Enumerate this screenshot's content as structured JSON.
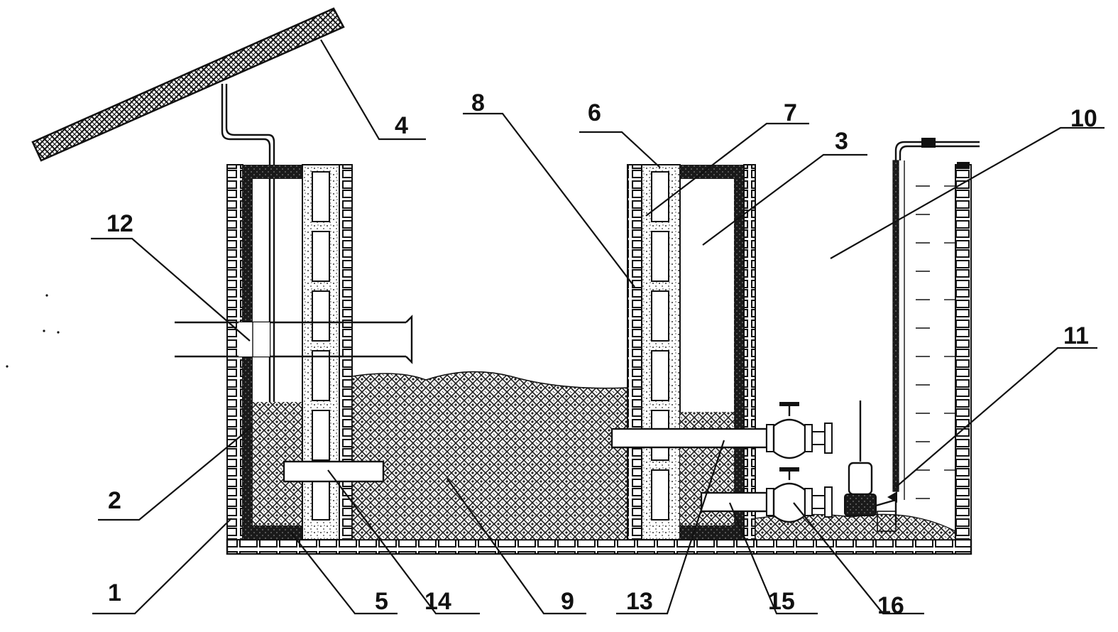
{
  "diagram": {
    "callouts": [
      {
        "id": "c1",
        "label": "1"
      },
      {
        "id": "c2",
        "label": "2"
      },
      {
        "id": "c3",
        "label": "3"
      },
      {
        "id": "c4",
        "label": "4"
      },
      {
        "id": "c5",
        "label": "5"
      },
      {
        "id": "c6",
        "label": "6"
      },
      {
        "id": "c7",
        "label": "7"
      },
      {
        "id": "c8",
        "label": "8"
      },
      {
        "id": "c9",
        "label": "9"
      },
      {
        "id": "c10",
        "label": "10"
      },
      {
        "id": "c11",
        "label": "11"
      },
      {
        "id": "c12",
        "label": "12"
      },
      {
        "id": "c13",
        "label": "13"
      },
      {
        "id": "c14",
        "label": "14"
      },
      {
        "id": "c15",
        "label": "15"
      },
      {
        "id": "c16",
        "label": "16"
      }
    ],
    "colors": {
      "line": "#111111",
      "background": "#ffffff",
      "gravel": "#222222"
    }
  }
}
